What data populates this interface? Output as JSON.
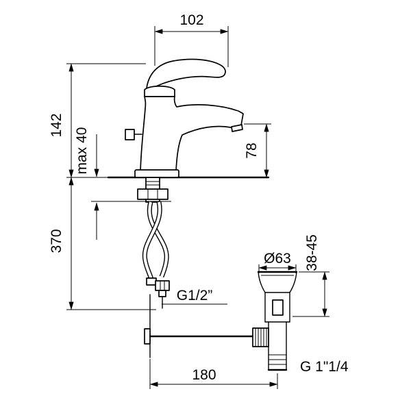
{
  "drawing": {
    "background": "#ffffff",
    "line_color": "#000000",
    "labels": {
      "spout_reach": "102",
      "body_height": "142",
      "max_mounting_thickness": "max 40",
      "spout_outlet_height": "78",
      "hose_length": "370",
      "hose_thread": "G1/2”",
      "waste_flange_diameter": "Ø63",
      "waste_height_range": "38-45",
      "center_distance": "180",
      "waste_thread": "G 1\"1/4"
    }
  }
}
